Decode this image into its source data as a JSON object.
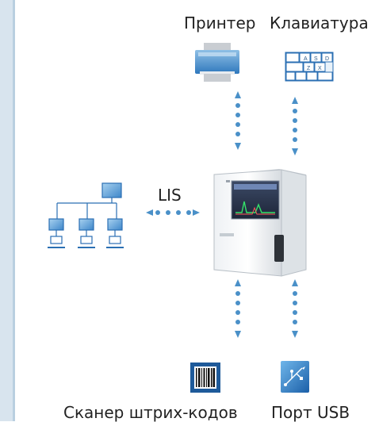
{
  "labels": {
    "printer": "Принтер",
    "keyboard": "Клавиатура",
    "lis": "LIS",
    "scanner": "Сканер штрих-кодов",
    "usb": "Порт USB"
  },
  "keyboard_keys": [
    "A",
    "S",
    "D",
    "Z",
    "X"
  ],
  "colors": {
    "accent": "#1e73be",
    "connector": "#4a90c8",
    "side_band": "#d8e4ee"
  }
}
